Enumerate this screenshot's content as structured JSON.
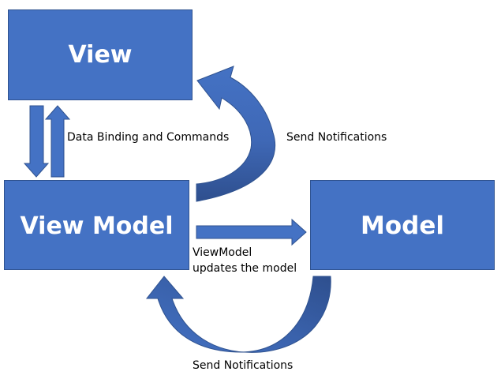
{
  "boxes": {
    "view": "View",
    "view_model": "View Model",
    "model": "Model"
  },
  "labels": {
    "data_binding": "Data Binding and Commands",
    "send_notifications_top": "Send Notifications",
    "updates_line1": "ViewModel",
    "updates_line2": "updates the model",
    "send_notifications_bottom": "Send Notifications"
  },
  "colors": {
    "box_fill": "#4472C4",
    "box_border": "#2F528F",
    "arrow_fill": "#4472C4",
    "arrow_dark": "#2E4F8E",
    "text": "#000000"
  }
}
